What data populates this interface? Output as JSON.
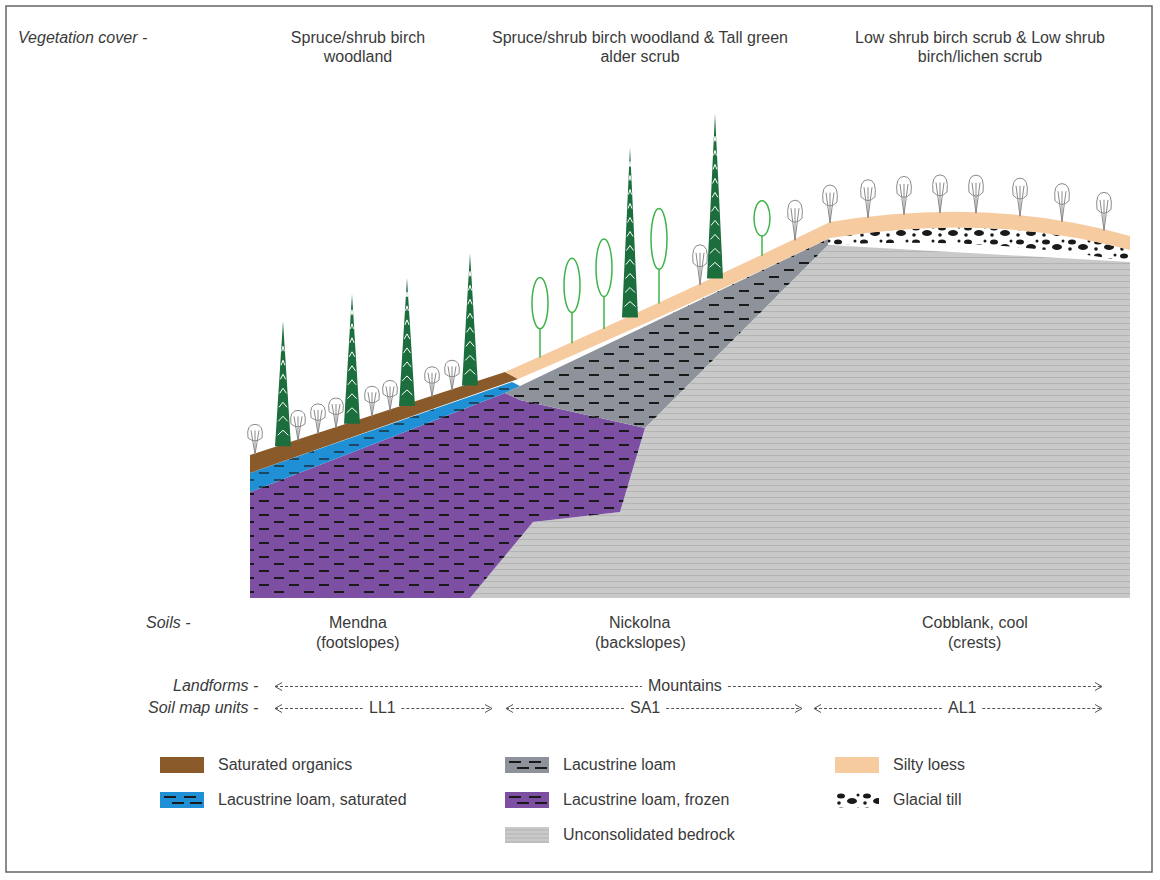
{
  "diagram": {
    "labels": [
      "Vegetation cover -",
      "Spruce/shrub birch woodland",
      "Spruce/shrub birch woodland & Tall green alder scrub",
      "Low shrub birch scrub & Low shrub birch/lichen scrub",
      "Soils -",
      "Mendna",
      "(footslopes)",
      "Nickolna",
      "(backslopes)",
      "Cobblank, cool",
      "(crests)",
      "Landforms -",
      "Mountains",
      "Soil map units -",
      "LL1",
      "SA1",
      "AL1"
    ],
    "legend": [
      {
        "text": "Saturated organics",
        "color": "#8a5a2b"
      },
      {
        "text": "Lacustrine loam",
        "color": "#8e939b"
      },
      {
        "text": "Silty loess",
        "color": "#f7cba0"
      },
      {
        "text": "Lacustrine loam, saturated",
        "color": "#1f8fd6"
      },
      {
        "text": "Lacustrine loam, frozen",
        "color": "#7d4fa3"
      },
      {
        "text": "Glacial till"
      },
      {
        "text": "Unconsolidated bedrock",
        "color": "#c9c9c9"
      }
    ]
  }
}
